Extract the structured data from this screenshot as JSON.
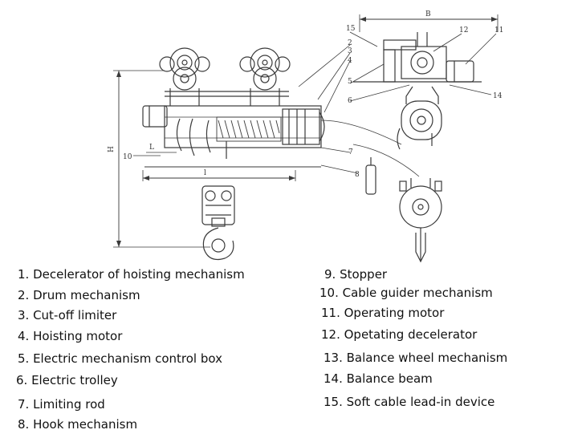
{
  "drawing": {
    "callouts": [
      "15",
      "2",
      "3",
      "4",
      "5",
      "6",
      "7",
      "8",
      "12",
      "11",
      "14",
      "10"
    ],
    "dimension_labels": {
      "B": "B",
      "H": "H",
      "L": "L",
      "l": "l"
    }
  },
  "legend": {
    "left": [
      "1. Decelerator of hoisting mechanism",
      "2. Drum mechanism",
      "3. Cut-off limiter",
      "4. Hoisting motor",
      "5. Electric mechanism control box",
      "6. Electric trolley",
      "7. Limiting rod",
      "8. Hook mechanism"
    ],
    "right": [
      "9. Stopper",
      "10. Cable guider mechanism",
      "11. Operating motor",
      "12. Opetating decelerator",
      "13. Balance wheel mechanism",
      "14. Balance beam",
      "15. Soft cable lead-in device"
    ]
  }
}
